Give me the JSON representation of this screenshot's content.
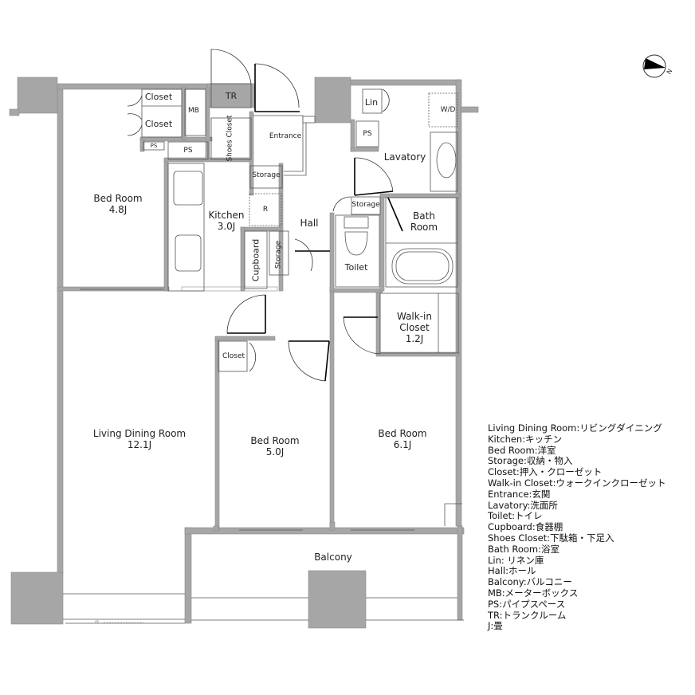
{
  "rooms": {
    "bed_room_1": {
      "name": "Bed Room",
      "size": "4.8J"
    },
    "kitchen": {
      "name": "Kitchen",
      "size": "3.0J"
    },
    "living_dining": {
      "name": "Living Dining Room",
      "size": "12.1J"
    },
    "bed_room_2": {
      "name": "Bed Room",
      "size": "5.0J"
    },
    "bed_room_3": {
      "name": "Bed Room",
      "size": "6.1J"
    },
    "walk_in_closet": {
      "name": "Walk-in",
      "name2": "Closet",
      "size": "1.2J"
    },
    "bath_room": {
      "name": "Bath",
      "name2": "Room"
    },
    "closet_top": "Closet",
    "closet_mid": "Closet",
    "closet_bed2": "Closet",
    "mb": "MB",
    "tr": "TR",
    "ps_small": "PS",
    "ps_kitchen": "PS",
    "ps_lavatory": "PS",
    "shoes_closet": "Shoes Closet",
    "entrance": "Entrance",
    "storage_entrance": "Storage",
    "storage_hall": "Storage",
    "storage_bath": "Storage",
    "refrigerator": "R",
    "hall": "Hall",
    "cupboard": "Cupboard",
    "toilet": "Toilet",
    "lin": "Lin",
    "wd": "W/D",
    "lavatory": "Lavatory",
    "balcony": "Balcony"
  },
  "compass": {
    "label": "N"
  },
  "legend": [
    "Living Dining Room:リビングダイニング",
    "Kitchen:キッチン",
    "Bed Room:洋室",
    "Storage:収納・物入",
    "Closet:押入・クローゼット",
    "Walk-in Closet:ウォークインクローゼット",
    "Entrance:玄関",
    "Lavatory:洗面所",
    "Toilet:トイレ",
    "Cupboard:食器棚",
    "Shoes Closet:下駄箱・下足入",
    "Bath Room:浴室",
    "Lin: リネン庫",
    "Hall:ホール",
    "Balcony:バルコニー",
    "MB:メーターボックス",
    "PS:パイプスペース",
    "TR:トランクルーム",
    "J:畳"
  ],
  "colors": {
    "wall": "#a6a6a6",
    "wall_stroke": "#8a8a8a",
    "line": "#555555",
    "door": "#111111"
  }
}
